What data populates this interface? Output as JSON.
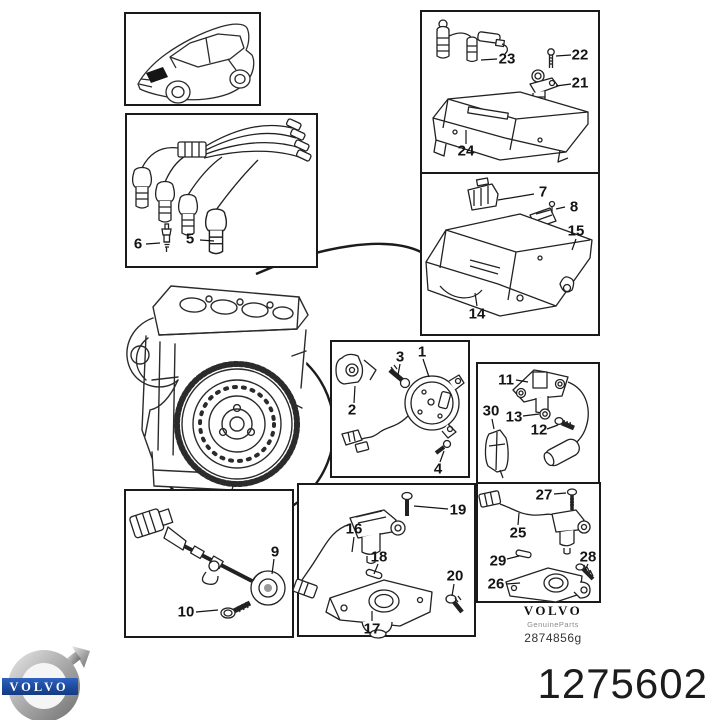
{
  "document": {
    "part_number": "1275602"
  },
  "brand_block": {
    "brand_name": "VOLVO",
    "product_line": "GenuineParts",
    "drawing_ref": "2874856g"
  },
  "logo": {
    "wordmark": "VOLVO"
  },
  "colors": {
    "line_art": "#222222",
    "volvo_blue": "#1c4da0",
    "logo_silver": "#a8a8a8",
    "text": "#141414"
  },
  "callouts": {
    "1": "1",
    "2": "2",
    "3": "3",
    "4": "4",
    "5": "5",
    "6": "6",
    "7": "7",
    "8": "8",
    "9": "9",
    "10": "10",
    "11": "11",
    "12": "12",
    "13": "13",
    "14": "14",
    "15": "15",
    "16": "16",
    "17": "17",
    "18": "18",
    "19": "19",
    "20": "20",
    "21": "21",
    "22": "22",
    "23": "23",
    "24": "24",
    "25": "25",
    "26": "26",
    "27": "27",
    "28": "28",
    "29": "29",
    "30": "30"
  }
}
